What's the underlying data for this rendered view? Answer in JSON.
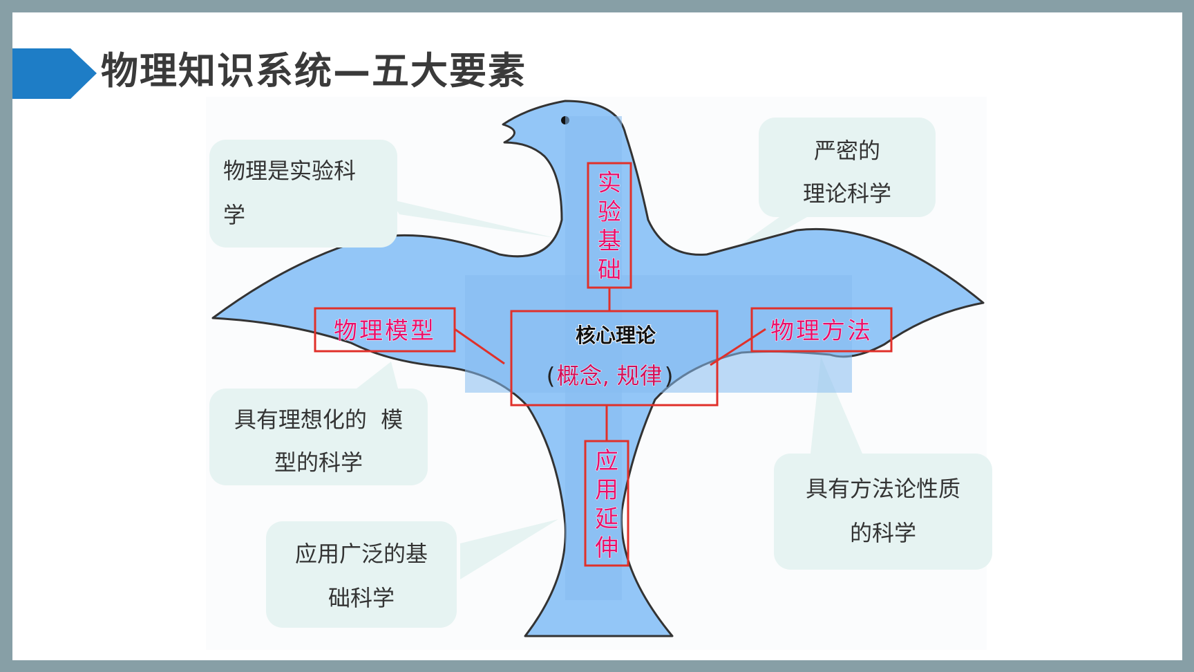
{
  "slide": {
    "title": "物理知识系统—五大要素"
  },
  "colors": {
    "background_frame": "#879fa6",
    "title_marker": "#1e7dc6",
    "bird_fill": "#93c6f7",
    "callout_fill": "#e6f3f2",
    "element_border": "#e0302a",
    "element_text": "#e8106a"
  },
  "diagram": {
    "elements": {
      "experiment": {
        "chars": [
          "实",
          "验",
          "基",
          "础"
        ]
      },
      "model": {
        "label": "物理模型"
      },
      "method": {
        "label": "物理方法"
      },
      "application": {
        "chars": [
          "应",
          "用",
          "延",
          "伸"
        ]
      },
      "core": {
        "title": "核心理论",
        "open_paren": "(",
        "subtitle": "概念, 规律",
        "close_paren": ")"
      }
    },
    "callouts": {
      "experiment": {
        "line1": "物理是实验科",
        "line2": "学"
      },
      "theory": {
        "line1": "严密的",
        "line2": "理论科学"
      },
      "model": {
        "line1": "具有理想化的  模",
        "line2": "型的科学"
      },
      "application": {
        "line1": "应用广泛的基",
        "line2": "础科学"
      },
      "method": {
        "line1": "具有方法论性质",
        "line2": "的科学"
      }
    }
  }
}
